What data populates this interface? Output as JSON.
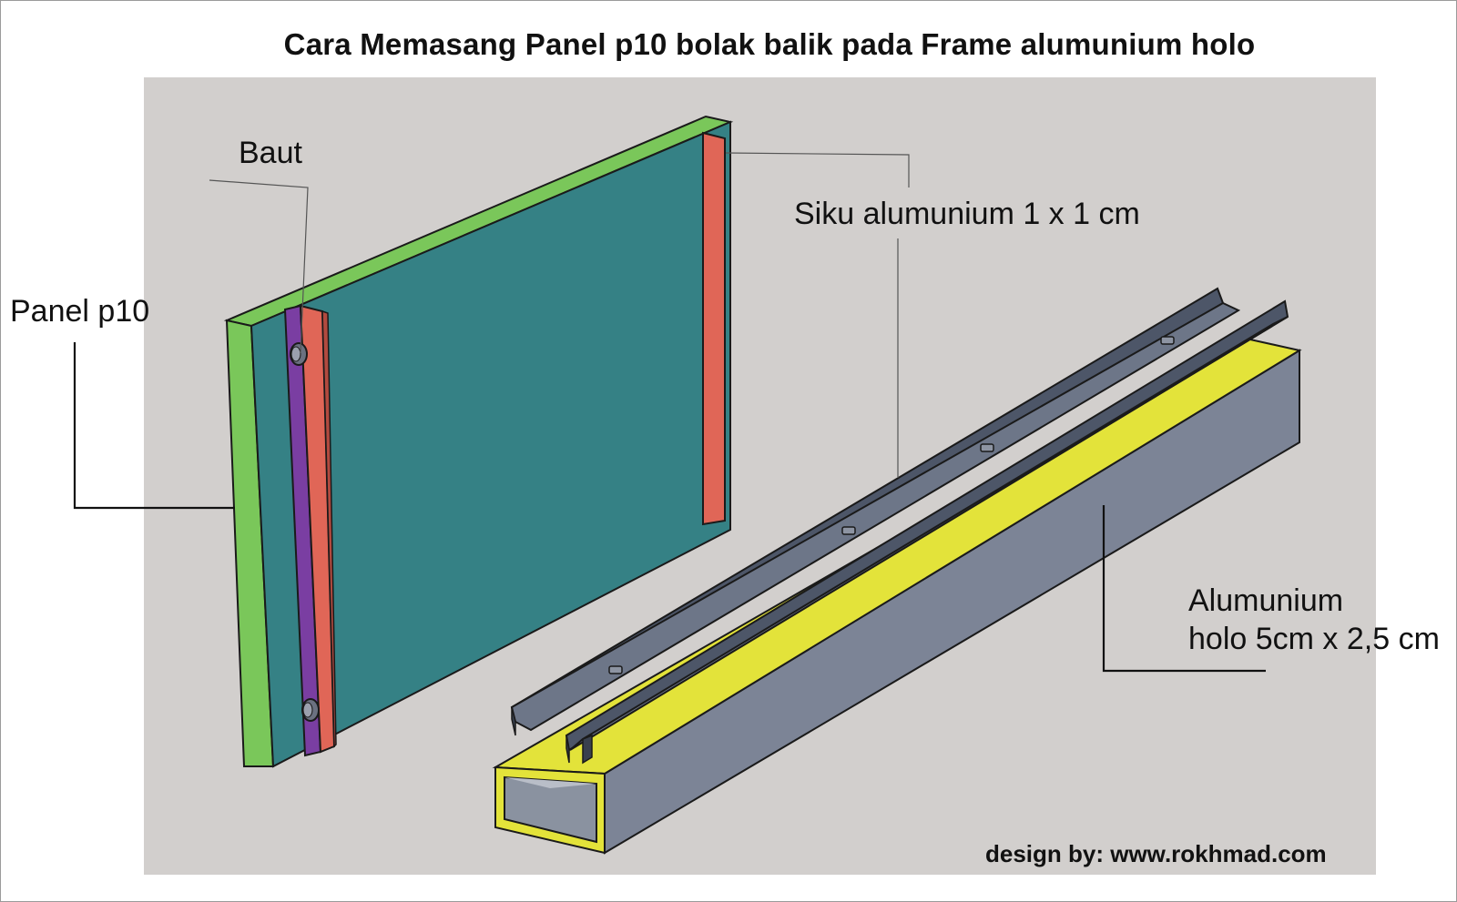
{
  "title": "Cara Memasang Panel p10 bolak balik pada Frame alumunium holo",
  "labels": {
    "baut": "Baut",
    "panel": "Panel p10",
    "siku": "Siku alumunium 1 x 1 cm",
    "holo_line1": "Alumunium",
    "holo_line2": "holo 5cm x 2,5 cm"
  },
  "credit": "design by: www.rokhmad.com",
  "colors": {
    "background": "#d2cfcd",
    "panel_edge": "#7ac75a",
    "panel_face": "#358185",
    "bracket": "#e06657",
    "bracket_inner": "#7a3ea2",
    "siku": "#4d5668",
    "holo_top": "#e3e33a",
    "holo_side": "#7c8496"
  }
}
